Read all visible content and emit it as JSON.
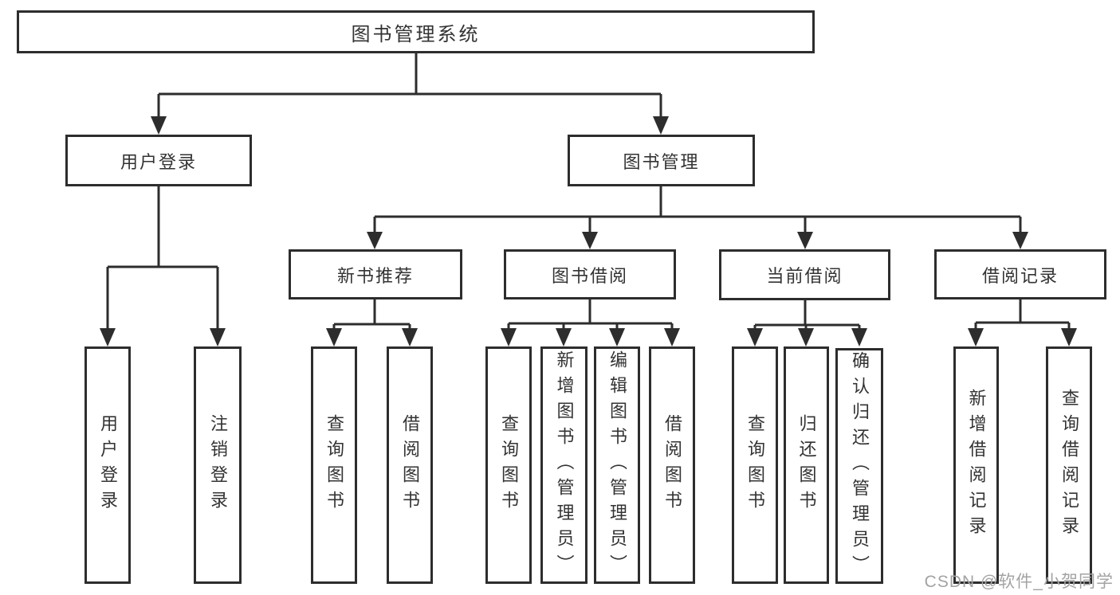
{
  "diagram": {
    "title_box": "图书管理系统",
    "level2": {
      "user_login": "用户登录",
      "book_management": "图书管理"
    },
    "level3": {
      "new_book_recommend": "新书推荐",
      "book_borrowing": "图书借阅",
      "current_borrowing": "当前借阅",
      "borrow_records": "借阅记录"
    },
    "leaves": {
      "login": [
        "用户登录",
        "注销登录"
      ],
      "recommend": [
        "查询图书",
        "借阅图书"
      ],
      "borrow": [
        "查询图书",
        "新增图书（管理员）",
        "编辑图书（管理员）",
        "借阅图书"
      ],
      "current": [
        "查询图书",
        "归还图书",
        "确认归还（管理员）"
      ],
      "records": [
        "新增借阅记录",
        "查询借阅记录"
      ]
    },
    "watermark": "CSDN @软件_小贺同学",
    "colors": {
      "line": "#2d2d2d",
      "text": "#333333",
      "watermark": "#a3a3a3",
      "box_fill": "#ffffff",
      "background": "#ffffff"
    }
  }
}
